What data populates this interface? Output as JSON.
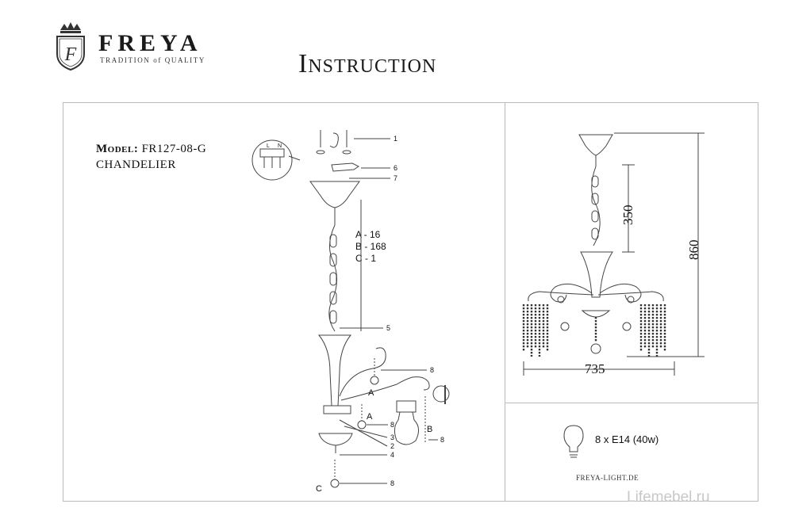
{
  "brand": {
    "name": "FREYA",
    "tagline": "TRADITION of QUALITY",
    "emblem_letter": "F",
    "emblem_icon": "crown-shield-icon"
  },
  "document": {
    "title": "Instruction"
  },
  "product": {
    "model_label": "Model:",
    "model_code": "FR127-08-G",
    "type": "CHANDELIER"
  },
  "parts_list": [
    "A - 16",
    "B - 168",
    "C - 1"
  ],
  "callouts": [
    "1",
    "6",
    "7",
    "5",
    "8",
    "8",
    "8",
    "3",
    "2",
    "4",
    "8"
  ],
  "part_letters": [
    "A",
    "A",
    "B",
    "C"
  ],
  "terminal_labels": [
    "L",
    "N"
  ],
  "dimensions": {
    "chain": "350",
    "height": "860",
    "width": "735"
  },
  "lamp_spec": "8 x E14 (40w)",
  "website": "FREYA-LIGHT.DE",
  "watermark": "Lifemebel.ru",
  "colors": {
    "ink": "#1a1a1a",
    "line": "#555555",
    "frame": "#bbbbbb",
    "watermark": "#c8c8c8"
  }
}
